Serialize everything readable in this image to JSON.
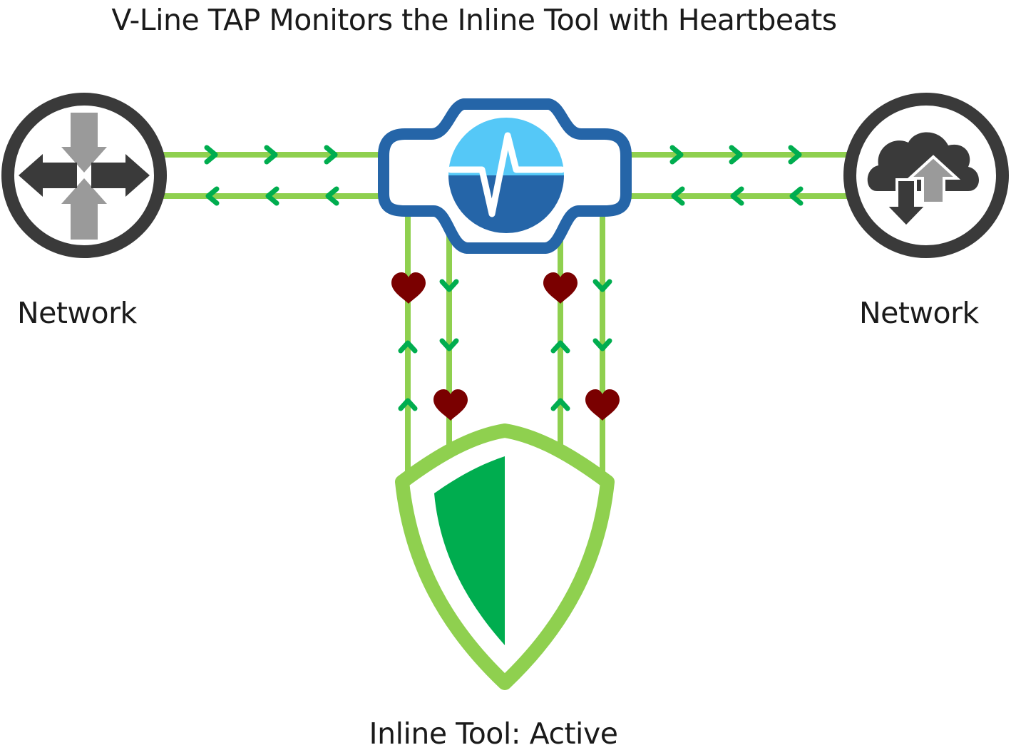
{
  "title": "V-Line TAP Monitors the Inline Tool with Heartbeats",
  "nodes": {
    "network_left": {
      "label": "Network",
      "icon": "router-arrows-icon"
    },
    "network_right": {
      "label": "Network",
      "icon": "cloud-transfer-icon"
    },
    "tap": {
      "icon": "heartbeat-monitor-icon"
    },
    "inline_tool": {
      "label": "Inline Tool: Active",
      "icon": "shield-icon"
    }
  },
  "colors": {
    "link": "#8fd04f",
    "chevron": "#00ad4f",
    "heart": "#7a0000",
    "tap_outline": "#2565a8",
    "tap_top": "#55c8f7",
    "tap_bottom": "#2565a8",
    "ring": "#3a3a3a",
    "arrow_dark": "#3a3a3a",
    "arrow_light": "#9a9a9a",
    "shield_outline": "#8fd04f",
    "shield_fill": "#00ad4f"
  }
}
